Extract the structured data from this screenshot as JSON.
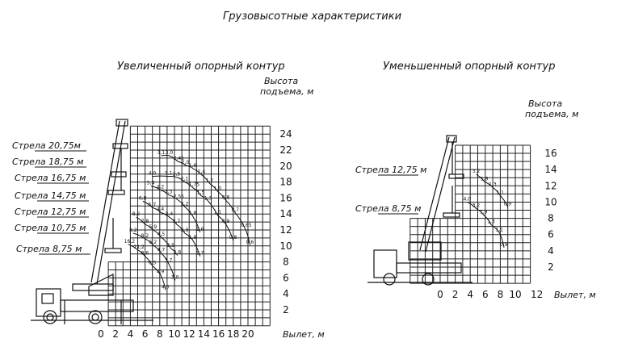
{
  "title": "Грузовысотные характеристики",
  "left": {
    "subtitle": "Увеличенный опорный контур",
    "y_label": [
      "Высота",
      "подъема, м"
    ],
    "x_label": "Вылет, м",
    "x_ticks": [
      0,
      2,
      4,
      6,
      8,
      10,
      12,
      14,
      16,
      18,
      20
    ],
    "y_ticks": [
      2,
      4,
      6,
      8,
      10,
      12,
      14,
      16,
      18,
      20,
      22,
      24
    ],
    "booms": [
      "Стрела 20,75м",
      "Стрела 18,75 м",
      "Стрела 16,75 м",
      "Стрела 14,75 м",
      "Стрела 12,75 м",
      "Стрела 10,75 м",
      "Стрела 8,75 м"
    ],
    "curves": [
      {
        "boom": "20,75",
        "points": [
          [
            8.2,
            21.3,
            "3,1"
          ],
          [
            9.3,
            21.3,
            "3,0"
          ],
          [
            10.4,
            20.6,
            "2,45"
          ],
          [
            11.5,
            20.1,
            "2,0"
          ],
          [
            12.5,
            19.7,
            "1,6"
          ],
          [
            13.7,
            18.9,
            "1,4"
          ],
          [
            14.8,
            17.8,
            "1,2"
          ],
          [
            15.9,
            16.8,
            "1,0"
          ],
          [
            17.0,
            15.7,
            "0,8"
          ],
          [
            18.3,
            14.1,
            "0,7"
          ],
          [
            19.6,
            12.2,
            "0,65"
          ],
          [
            20.3,
            10.1,
            "0,6"
          ]
        ]
      },
      {
        "boom": "18,75",
        "points": [
          [
            7.0,
            18.7,
            "4,0"
          ],
          [
            9.2,
            18.7,
            "3,1"
          ],
          [
            10.3,
            18.6,
            "2,5"
          ],
          [
            11.4,
            18.0,
            "2,1"
          ],
          [
            12.5,
            17.3,
            "1,75"
          ],
          [
            13.6,
            16.3,
            "1,5"
          ],
          [
            14.6,
            15.6,
            "1,3"
          ],
          [
            15.9,
            13.8,
            "1,1"
          ],
          [
            17.0,
            12.7,
            "0,9"
          ],
          [
            18.0,
            10.7,
            "0,8"
          ]
        ]
      },
      {
        "boom": "16,75",
        "points": [
          [
            6.8,
            17.5,
            "5,4"
          ],
          [
            8.1,
            17.0,
            "4,2"
          ],
          [
            9.2,
            16.4,
            "3,3"
          ],
          [
            10.4,
            15.8,
            "2,55"
          ],
          [
            11.4,
            14.9,
            "2,2"
          ],
          [
            12.5,
            13.7,
            "1,8"
          ],
          [
            13.5,
            11.7,
            "1,6"
          ]
        ]
      },
      {
        "boom": "14,75",
        "points": [
          [
            5.7,
            15.6,
            "6,8"
          ],
          [
            7.0,
            14.8,
            "5,7"
          ],
          [
            8.1,
            14.2,
            "4,4"
          ],
          [
            9.3,
            13.6,
            "3,4"
          ],
          [
            10.3,
            12.7,
            "2,7"
          ],
          [
            11.4,
            11.6,
            "2,3"
          ],
          [
            12.5,
            10.7,
            "1,9"
          ],
          [
            13.5,
            8.7,
            "1,7"
          ]
        ]
      },
      {
        "boom": "12,75",
        "points": [
          [
            4.8,
            13.6,
            "8,2"
          ],
          [
            6.0,
            12.7,
            "7,8"
          ],
          [
            7.1,
            12.0,
            "5,9"
          ],
          [
            8.2,
            11.1,
            "4,5"
          ],
          [
            9.5,
            9.7,
            "3,5"
          ],
          [
            10.4,
            8.8,
            "2,8"
          ]
        ]
      },
      {
        "boom": "10,75",
        "points": [
          [
            4.4,
            11.6,
            "8,2"
          ],
          [
            6.0,
            10.9,
            "8,2"
          ],
          [
            7.1,
            10.1,
            "6,2"
          ],
          [
            8.2,
            9.1,
            "4,7"
          ],
          [
            9.2,
            7.8,
            "3,7"
          ],
          [
            10.1,
            5.7,
            "3,0"
          ]
        ]
      },
      {
        "boom": "8,75",
        "points": [
          [
            3.7,
            10.2,
            "16,2"
          ],
          [
            5.0,
            9.5,
            "11,2"
          ],
          [
            6.0,
            8.7,
            "8,6"
          ],
          [
            7.0,
            7.5,
            "6,5"
          ],
          [
            8.1,
            6.4,
            "4,9"
          ],
          [
            8.8,
            4.5,
            "4,0"
          ]
        ]
      }
    ]
  },
  "right": {
    "subtitle": "Уменьшенный опорный контур",
    "y_label": [
      "Высота",
      "подъема, м"
    ],
    "x_label": "Вылет, м",
    "x_ticks": [
      0,
      2,
      4,
      6,
      8,
      10,
      12
    ],
    "y_ticks": [
      2,
      4,
      6,
      8,
      10,
      12,
      14,
      16
    ],
    "booms": [
      "Стрела 12,75 м",
      "Стрела 8,75 м"
    ],
    "curves": [
      {
        "boom": "12,75",
        "points": [
          [
            4.8,
            13.4,
            "3,2"
          ],
          [
            5.9,
            12.5,
            "1,9"
          ],
          [
            7.0,
            11.8,
            "1,3"
          ],
          [
            8.0,
            10.8,
            "1,1"
          ],
          [
            9.0,
            9.4,
            "0,9"
          ]
        ]
      },
      {
        "boom": "8,75",
        "points": [
          [
            3.6,
            10.0,
            "4,0"
          ],
          [
            4.8,
            9.2,
            "3,2"
          ],
          [
            5.8,
            8.4,
            "1,9"
          ],
          [
            6.8,
            7.2,
            "1,3"
          ],
          [
            7.9,
            6.2,
            "1,1"
          ],
          [
            8.5,
            4.4,
            "0,9"
          ]
        ]
      }
    ]
  }
}
